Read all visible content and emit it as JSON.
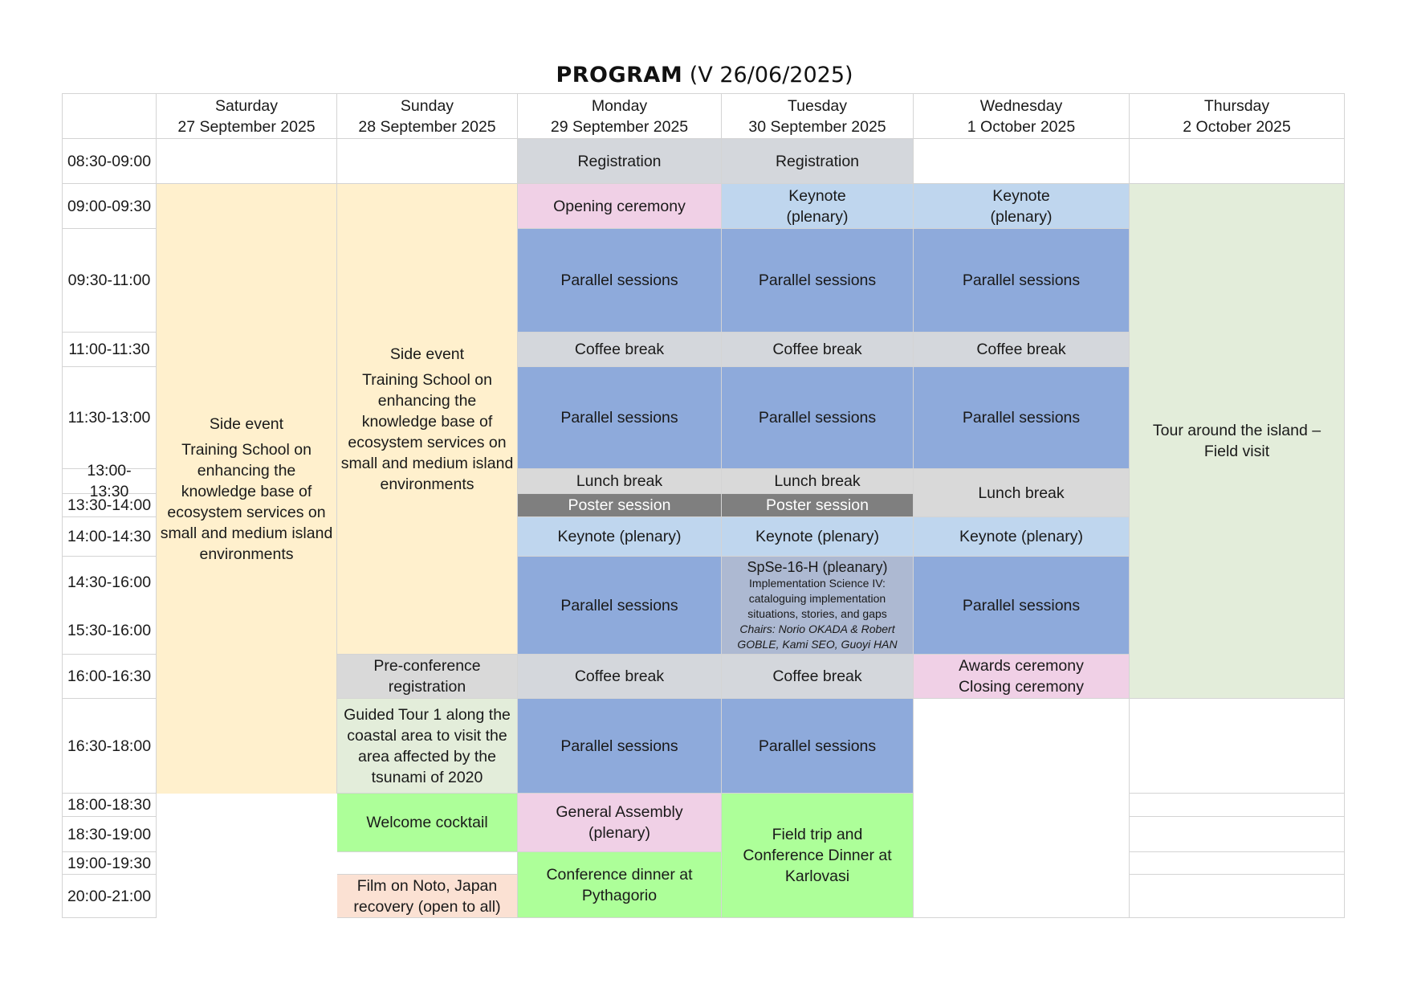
{
  "title": {
    "main": "PROGRAM",
    "version": "(V 26/06/2025)"
  },
  "days": [
    {
      "day": "Saturday",
      "date": "27 September 2025"
    },
    {
      "day": "Sunday",
      "date": "28 September 2025"
    },
    {
      "day": "Monday",
      "date": "29 September 2025"
    },
    {
      "day": "Tuesday",
      "date": "30 September 2025"
    },
    {
      "day": "Wednesday",
      "date": "1 October 2025"
    },
    {
      "day": "Thursday",
      "date": "2 October 2025"
    }
  ],
  "times": [
    "08:30-09:00",
    "09:00-09:30",
    "09:30-11:00",
    "11:00-11:30",
    "11:30-13:00",
    "13:00- 13:30",
    "13:30-14:00",
    "14:00-14:30",
    "14:30-16:00",
    "15:30-16:00",
    "16:00-16:30",
    "16:30-18:00",
    "18:00-18:30",
    "18:30-19:00",
    "19:00-19:30",
    "20:00-21:00"
  ],
  "events": {
    "registration": "Registration",
    "opening": "Opening ceremony",
    "keynote": "Keynote",
    "plenary": "(plenary)",
    "parallel": "Parallel sessions",
    "coffee": "Coffee break",
    "lunch": "Lunch break",
    "poster": "Poster session",
    "keynote_plenary": "Keynote (plenary)",
    "side_event": "Side event",
    "training": "Training School on enhancing the knowledge base of ecosystem services on small and medium island environments",
    "tour": "Tour around the island – Field visit",
    "spse_title": "SpSe-16-H (pleanary)",
    "spse_desc": "Implementation Science IV: cataloguing implementation situations, stories, and gaps",
    "spse_chairs": "Chairs: Norio OKADA & Robert GOBLE, Kami SEO, Guoyi HAN",
    "preconf_1": "Pre-conference",
    "preconf_2": "registration",
    "awards": "Awards ceremony",
    "closing": "Closing ceremony",
    "guided_tour": "Guided Tour 1 along the coastal area to visit the area affected by the tsunami of 2020",
    "welcome": "Welcome cocktail",
    "general_assembly_1": "General Assembly",
    "general_assembly_2": "(plenary)",
    "field_trip": "Field trip and Conference Dinner at Karlovasi",
    "dinner": "Conference dinner at Pythagorio",
    "film": "Film on Noto, Japan recovery (open to all)"
  },
  "colors": {
    "registration": "#d4d7dc",
    "opening": "#f0d0e6",
    "keynote": "#bfd6ee",
    "parallel": "#8eaadb",
    "lunch": "#d9d9d9",
    "poster": "#7f7f7f",
    "side_event": "#fff0cd",
    "field_visit": "#e3edda",
    "social": "#adff99",
    "film": "#fbe1d3",
    "spse": "#adb9d2"
  }
}
